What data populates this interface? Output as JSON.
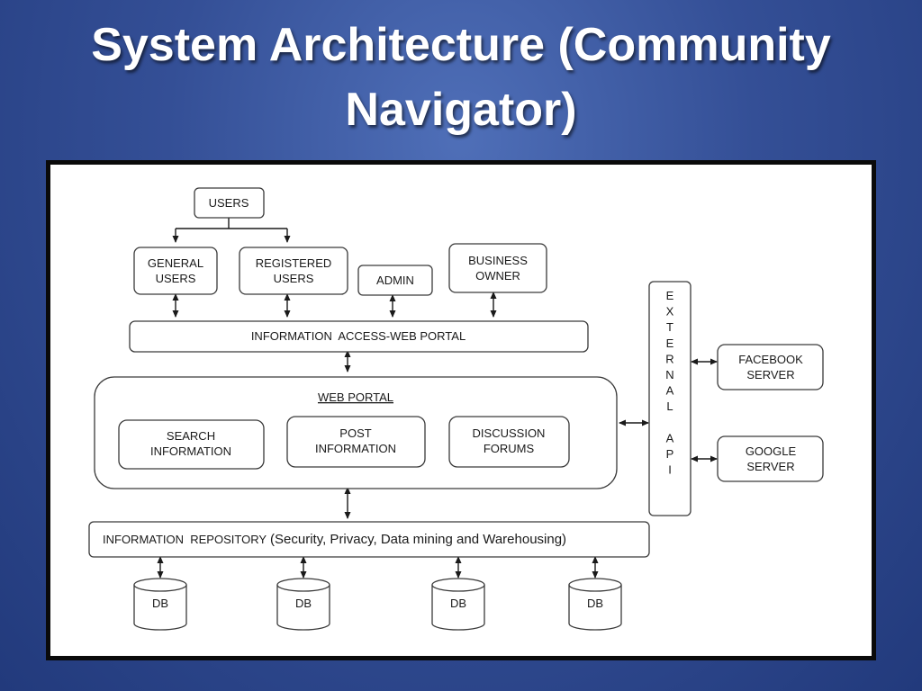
{
  "title_line1": "System Architecture (Community",
  "title_line2": "Navigator)",
  "users": "USERS",
  "general_users": [
    "GENERAL",
    "USERS"
  ],
  "registered_users": [
    "REGISTERED",
    "USERS"
  ],
  "admin": "ADMIN",
  "business_owner": [
    "BUSINESS",
    "OWNER"
  ],
  "access_portal": "INFORMATION  ACCESS-WEB PORTAL",
  "web_portal": {
    "title": "WEB PORTAL",
    "search": [
      "SEARCH",
      "INFORMATION"
    ],
    "post": [
      "POST",
      "INFORMATION"
    ],
    "forums": [
      "DISCUSSION",
      "FORUMS"
    ]
  },
  "external_api_letters": [
    "E",
    "X",
    "T",
    "E",
    "R",
    "N",
    "A",
    "L",
    "",
    "A",
    "P",
    "I"
  ],
  "facebook_server": [
    "FACEBOOK",
    "SERVER"
  ],
  "google_server": [
    "GOOGLE",
    "SERVER"
  ],
  "repository": {
    "name": "INFORMATION  REPOSITORY",
    "detail": "(Security, Privacy, Data mining and Warehousing)"
  },
  "databases": [
    "DB",
    "DB",
    "DB",
    "DB"
  ]
}
